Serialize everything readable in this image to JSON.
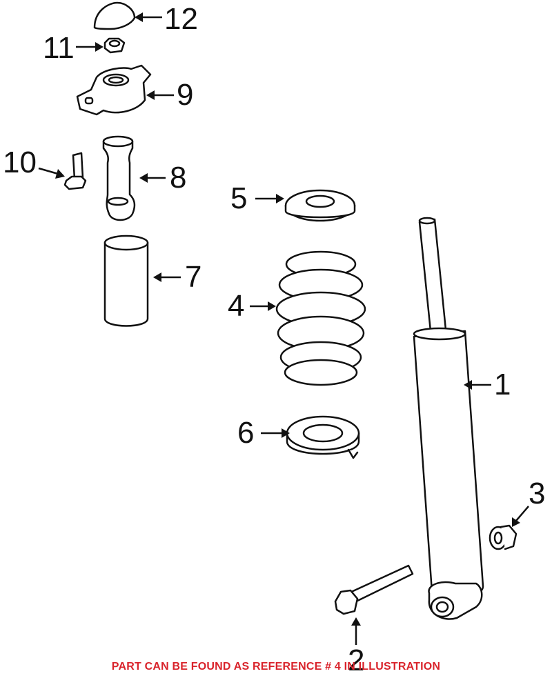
{
  "diagram": {
    "type": "exploded-parts-diagram",
    "subject": "rear suspension shock absorber / coil spring assembly",
    "callouts": [
      {
        "ref": "1",
        "label": "1",
        "part": "shock absorber"
      },
      {
        "ref": "2",
        "label": "2",
        "part": "lower mounting bolt"
      },
      {
        "ref": "3",
        "label": "3",
        "part": "flange nut"
      },
      {
        "ref": "4",
        "label": "4",
        "part": "coil spring"
      },
      {
        "ref": "5",
        "label": "5",
        "part": "upper spring seat"
      },
      {
        "ref": "6",
        "label": "6",
        "part": "lower spring seat"
      },
      {
        "ref": "7",
        "label": "7",
        "part": "dust boot"
      },
      {
        "ref": "8",
        "label": "8",
        "part": "bump stop"
      },
      {
        "ref": "9",
        "label": "9",
        "part": "upper mount"
      },
      {
        "ref": "10",
        "label": "10",
        "part": "mount bolt"
      },
      {
        "ref": "11",
        "label": "11",
        "part": "nut"
      },
      {
        "ref": "12",
        "label": "12",
        "part": "cap"
      }
    ],
    "notice": {
      "text": "PART CAN BE FOUND AS REFERENCE # 4 IN ILLUSTRATION",
      "color": "#d9232b",
      "highlighted_ref": "4"
    }
  }
}
